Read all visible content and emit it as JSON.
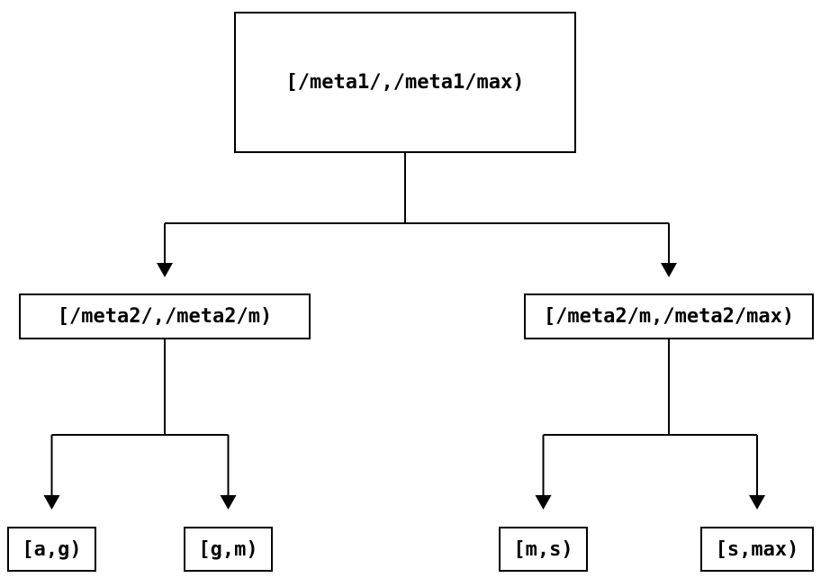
{
  "diagram": {
    "type": "tree",
    "colors": {
      "background": "#ffffff",
      "line": "#000000",
      "node_fill": "#ffffff",
      "text": "#000000"
    },
    "nodes": {
      "root": {
        "label": "[/meta1/,/meta1/max)"
      },
      "meta2_left": {
        "label": "[/meta2/,/meta2/m)"
      },
      "meta2_right": {
        "label": "[/meta2/m,/meta2/max)"
      },
      "leaf_ag": {
        "label": "[a,g)"
      },
      "leaf_gm": {
        "label": "[g,m)"
      },
      "leaf_ms": {
        "label": "[m,s)"
      },
      "leaf_smax": {
        "label": "[s,max)"
      }
    },
    "edges": [
      {
        "from": "root",
        "to": "meta2_left"
      },
      {
        "from": "root",
        "to": "meta2_right"
      },
      {
        "from": "meta2_left",
        "to": "leaf_ag"
      },
      {
        "from": "meta2_left",
        "to": "leaf_gm"
      },
      {
        "from": "meta2_right",
        "to": "leaf_ms"
      },
      {
        "from": "meta2_right",
        "to": "leaf_smax"
      }
    ]
  }
}
